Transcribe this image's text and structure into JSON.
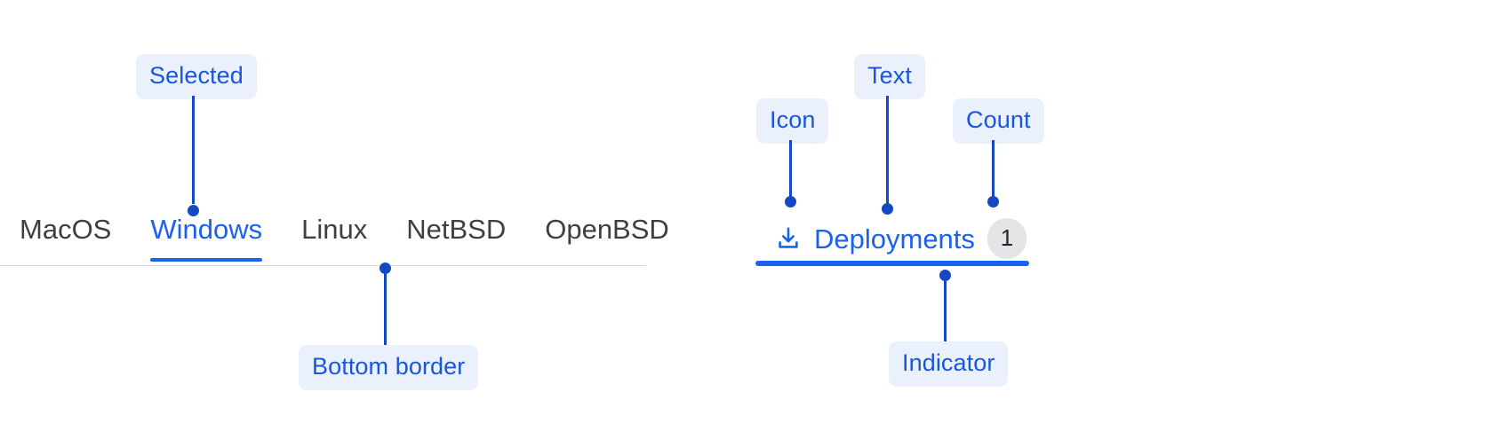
{
  "left_group": {
    "name": "os-tabs",
    "tabs": [
      {
        "label": "MacOS",
        "selected": false
      },
      {
        "label": "Windows",
        "selected": true
      },
      {
        "label": "Linux",
        "selected": false
      },
      {
        "label": "NetBSD",
        "selected": false
      },
      {
        "label": "OpenBSD",
        "selected": false
      }
    ],
    "annotations": [
      {
        "id": "selected",
        "label": "Selected"
      },
      {
        "id": "bottom-border",
        "label": "Bottom border"
      }
    ]
  },
  "right_group": {
    "name": "deployments-tab",
    "icon": "download-tray-icon",
    "text": "Deployments",
    "count": "1",
    "annotations": [
      {
        "id": "icon",
        "label": "Icon"
      },
      {
        "id": "text",
        "label": "Text"
      },
      {
        "id": "count",
        "label": "Count"
      },
      {
        "id": "indicator",
        "label": "Indicator"
      }
    ]
  },
  "colors": {
    "accent": "#1a62ec",
    "annotation_text": "#1549c4",
    "annotation_bg": "#eaf1fd",
    "tab_text": "#3c4043",
    "border": "#d9dade",
    "badge_bg": "#e3e4e6",
    "badge_text": "#24262b"
  }
}
